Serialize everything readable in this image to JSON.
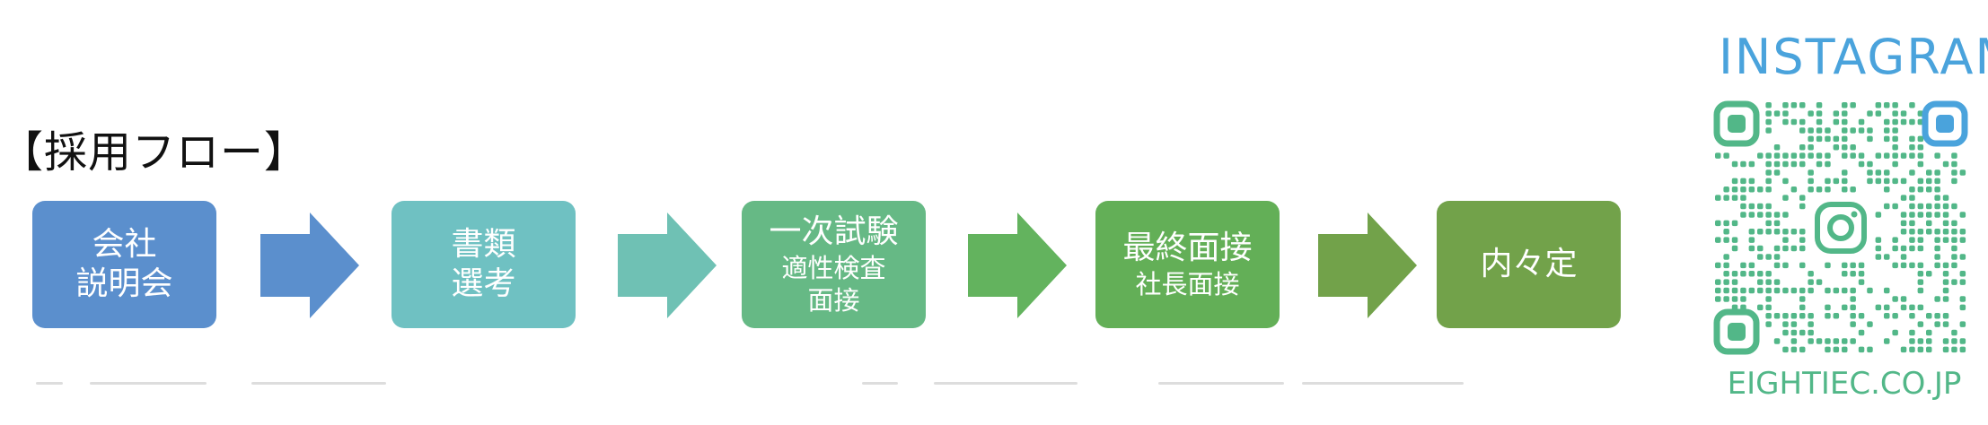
{
  "title": "【採用フロー】",
  "steps": [
    {
      "line1": "会社",
      "line2": "説明会",
      "line3": "",
      "color": "#5b8fcd"
    },
    {
      "line1": "書類",
      "line2": "選考",
      "line3": "",
      "color": "#6fc1c2"
    },
    {
      "line1": "一次試験",
      "line2": "適性検査",
      "line3": "面接",
      "color": "#66b985"
    },
    {
      "line1": "最終面接",
      "line2": "社長面接",
      "line3": "",
      "color": "#63af57"
    },
    {
      "line1": "内々定",
      "line2": "",
      "line3": "",
      "color": "#72a24a"
    }
  ],
  "arrows": [
    {
      "icon": "arrow-right-icon",
      "color": "#5b8fcd"
    },
    {
      "icon": "arrow-right-icon",
      "color": "#6fc1c2"
    },
    {
      "icon": "arrow-right-icon",
      "color": "#63b35e"
    },
    {
      "icon": "arrow-right-icon",
      "color": "#72a24a"
    }
  ],
  "instagram": {
    "heading": "INSTAGRAM",
    "url_text": "EIGHTIEC.CO.JP",
    "heading_color": "#4aa3dc",
    "qr_color": "#52b788"
  }
}
